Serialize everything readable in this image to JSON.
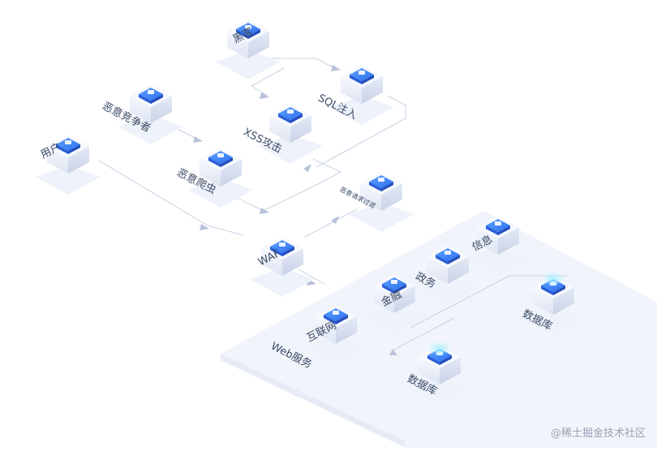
{
  "nodes": {
    "hacker": "黑客",
    "sql": "SQL注入",
    "competitor": "恶意竞争者",
    "xss": "XSS攻击",
    "user": "用户",
    "crawler": "恶意爬虫",
    "malicious_request": "恶意请求过滤",
    "waf": "WAF",
    "info": "信息",
    "gov": "政务",
    "finance": "金融",
    "db1": "数据库",
    "internet": "互联网",
    "db2": "数据库",
    "web_service": "Web服务"
  },
  "icons": {
    "hacker": "person-icon",
    "sql": "screen-icon",
    "competitor": "lock-icon",
    "xss": "code-icon",
    "user": "person-icon",
    "crawler": "bug-icon",
    "malicious_request": "filter-icon",
    "waf": "firewall-icon",
    "info": "document-icon",
    "gov": "home-icon",
    "finance": "coin-icon",
    "db1": "database-icon",
    "internet": "globe-icon",
    "db2": "database-icon"
  },
  "colors": {
    "accent": "#2f7cf6",
    "line": "#c9d2e3",
    "platform": "#eef2fa"
  },
  "watermark": "@稀土掘金技术社区"
}
